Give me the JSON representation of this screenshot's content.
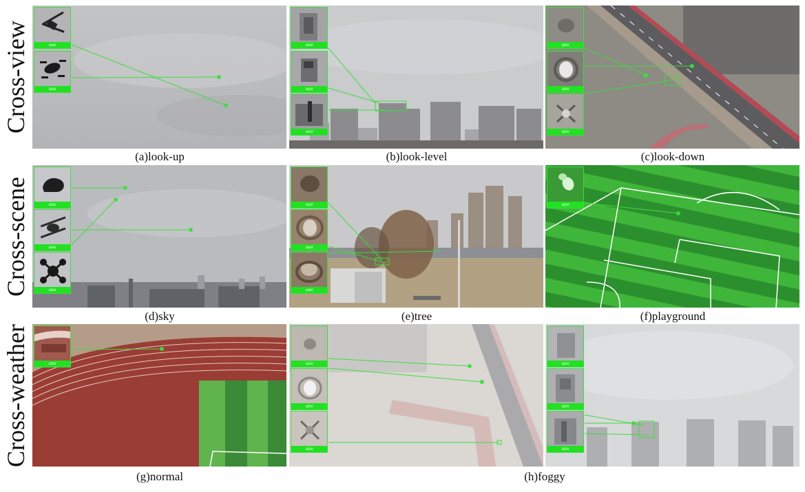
{
  "rows": [
    {
      "label": "Cross-view"
    },
    {
      "label": "Cross-scene"
    },
    {
      "label": "Cross-weather"
    }
  ],
  "panels": [
    {
      "caption": "(a)look-up"
    },
    {
      "caption": "(b)look-level"
    },
    {
      "caption": "(c)look-down"
    },
    {
      "caption": "(d)sky"
    },
    {
      "caption": "(e)tree"
    },
    {
      "caption": "(f)playground"
    },
    {
      "caption": "(g)normal"
    },
    {
      "caption": "(h)foggy"
    }
  ],
  "inset_tag": "uav",
  "colors": {
    "highlight": "#3ddc3d",
    "tag": "#22e022"
  }
}
